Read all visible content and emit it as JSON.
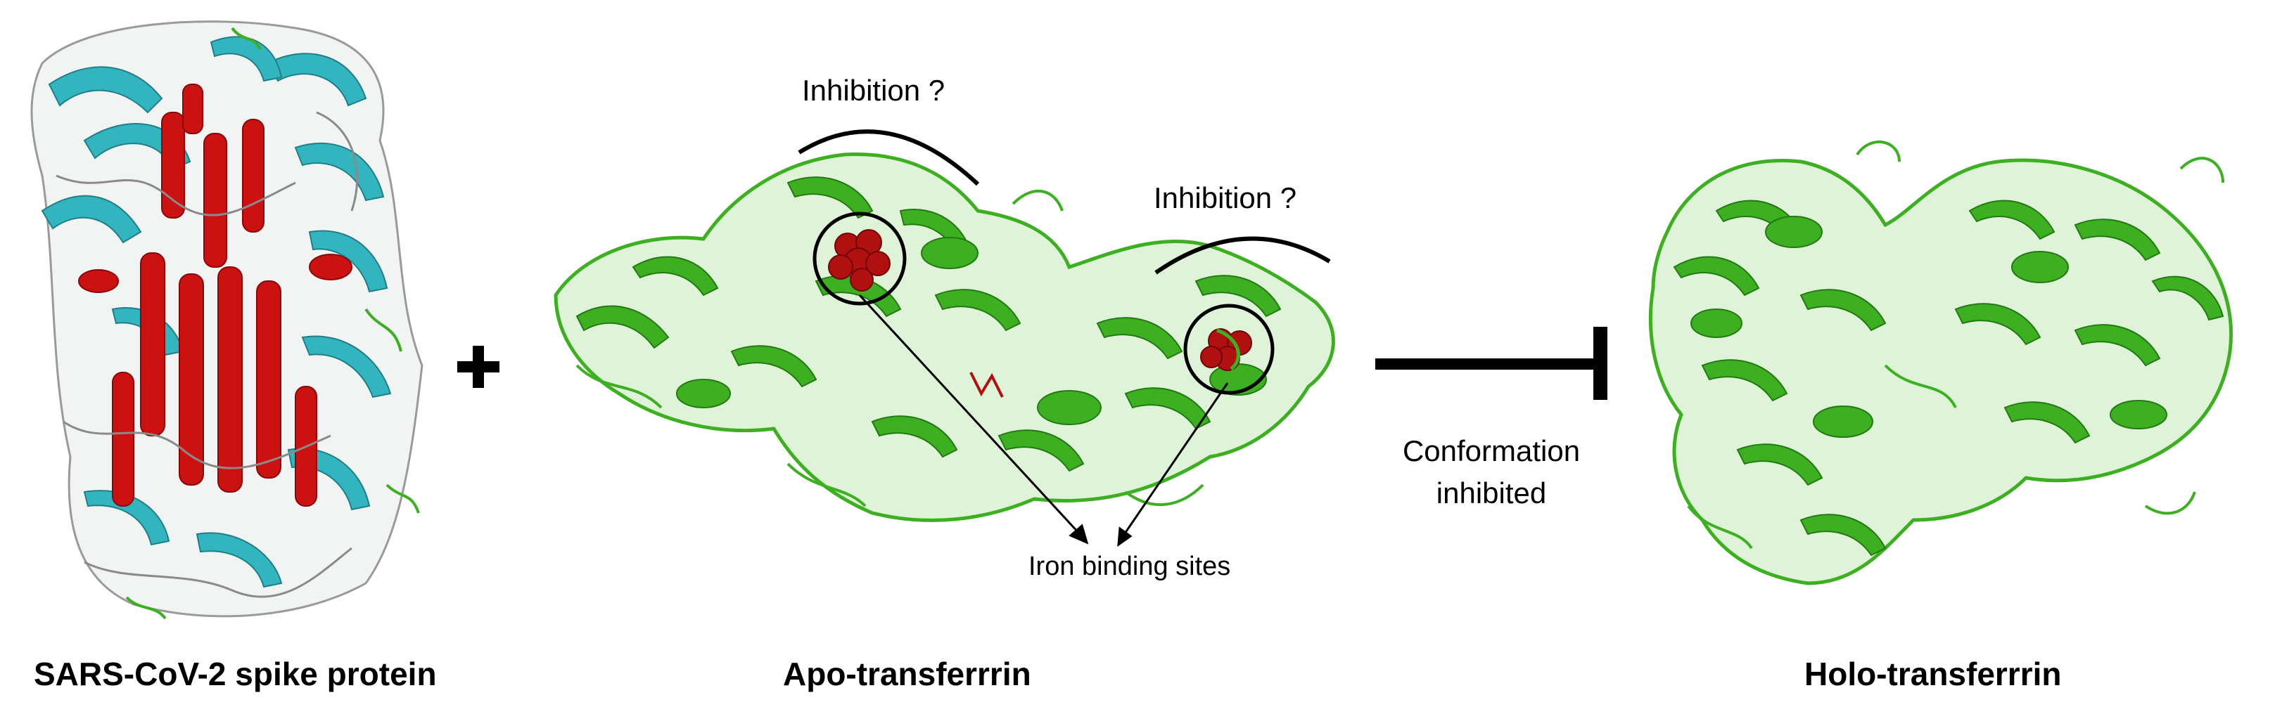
{
  "labels": {
    "spike": "SARS-CoV-2 spike protein",
    "apo": "Apo-transferrrin",
    "holo": "Holo-transferrrin",
    "inhibition_left": "Inhibition ?",
    "inhibition_right": "Inhibition ?",
    "iron_sites": "Iron binding sites",
    "conformation_line1": "Conformation",
    "conformation_line2": "inhibited",
    "plus": "+"
  },
  "colors": {
    "helix_red": "#cc1111",
    "sheet_cyan": "#33b5c0",
    "coil_grey": "#9a9a9a",
    "protein_green": "#3cb021",
    "iron_red": "#b01010",
    "ink": "#000000"
  },
  "icons": [
    "spike-protein-structure",
    "apo-transferrin-structure",
    "holo-transferrin-structure",
    "iron-cluster-icon",
    "inhibition-arrow-icon",
    "plus-icon"
  ]
}
